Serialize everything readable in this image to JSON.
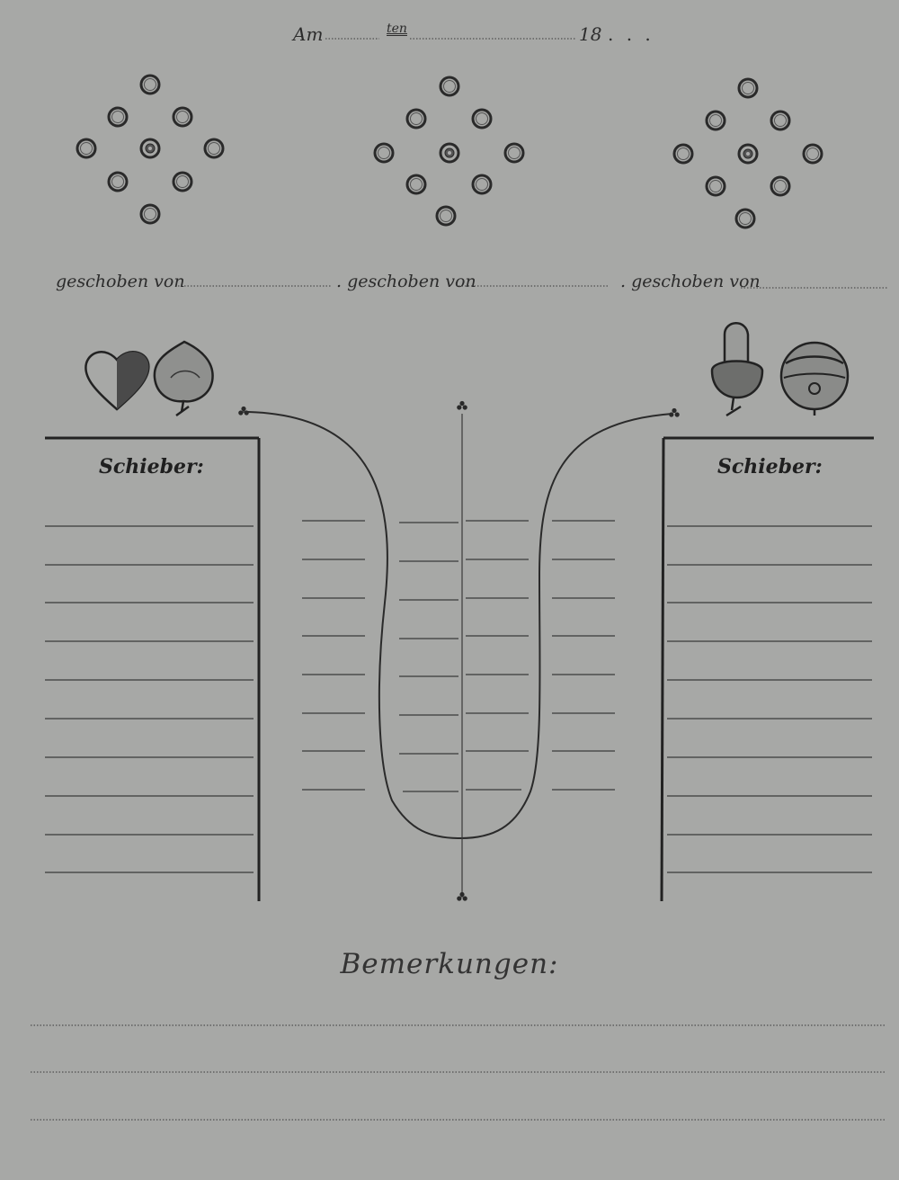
{
  "header": {
    "am_label": "Am",
    "ten_label": "ten",
    "year_label": "18",
    "year_suffix": ". . ."
  },
  "games": [
    {
      "pushed_by_label": "geschoben von"
    },
    {
      "pushed_by_label": ". geschoben von"
    },
    {
      "pushed_by_label": ". geschoben von"
    }
  ],
  "scorekeeper": {
    "left_label": "Schieber:",
    "right_label": "Schieber:"
  },
  "suit_icons": {
    "left": [
      "heart-icon",
      "shield-icon"
    ],
    "right": [
      "acorn-icon",
      "bell-icon"
    ]
  },
  "remarks": {
    "label": "Bemerkungen:"
  }
}
